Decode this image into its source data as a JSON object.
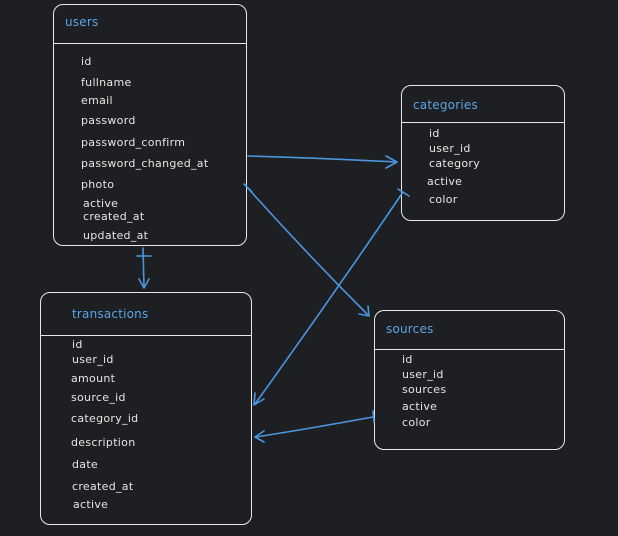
{
  "entities": {
    "users": {
      "title": "users",
      "fields": [
        "id",
        "fullname",
        "email",
        "password",
        "password_confirm",
        "password_changed_at",
        "photo",
        "active",
        "created_at",
        "updated_at"
      ]
    },
    "categories": {
      "title": "categories",
      "fields": [
        "id",
        "user_id",
        "category",
        "active",
        "color"
      ]
    },
    "transactions": {
      "title": "transactions",
      "fields": [
        "id",
        "user_id",
        "amount",
        "source_id",
        "category_id",
        "description",
        "date",
        "created_at",
        "active"
      ]
    },
    "sources": {
      "title": "sources",
      "fields": [
        "id",
        "user_id",
        "sources",
        "active",
        "color"
      ]
    }
  },
  "colors": {
    "background": "#1e1f22",
    "outline": "#e9e9e9",
    "title": "#5aa4e6",
    "relation": "#4c95df",
    "text": "#e6e6e6"
  }
}
